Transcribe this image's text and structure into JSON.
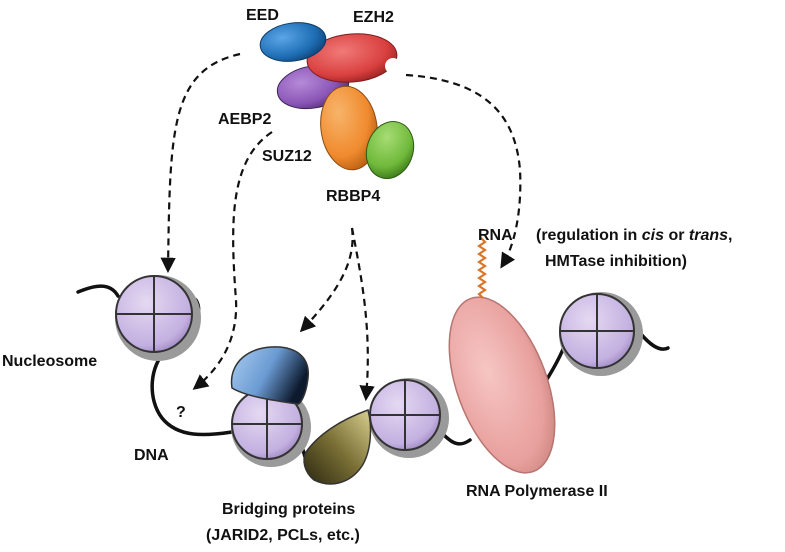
{
  "complex": {
    "eed": "EED",
    "ezh2": "EZH2",
    "aebp2": "AEBP2",
    "suz12": "SUZ12",
    "rbbp4": "RBBP4"
  },
  "targets": {
    "rna": "RNA",
    "rna_note_line1_a": "(regulation in ",
    "rna_note_line1_cis": "cis",
    "rna_note_line1_b": " or ",
    "rna_note_line1_trans": "trans",
    "rna_note_line1_c": ",",
    "rna_note_line2": "HMTase inhibition)",
    "question": "?"
  },
  "chromatin": {
    "nucleosome": "Nucleosome",
    "dna": "DNA",
    "bridging_line1": "Bridging proteins",
    "bridging_line2": "(JARID2, PCLs, etc.)",
    "rnapol": "RNA Polymerase II"
  },
  "colors": {
    "eed": "#1f6fb6",
    "ezh2": "#d9403f",
    "aebp2": "#8a55b6",
    "suz12": "#f08a2e",
    "rbbp4": "#6fb93a",
    "histone": "#c9b8e3",
    "bridge_blue": "#7fb0e0",
    "bridge_olive": "#6b6230",
    "rnapol": "#eda4a4",
    "rna_strand": "#d9742a"
  }
}
